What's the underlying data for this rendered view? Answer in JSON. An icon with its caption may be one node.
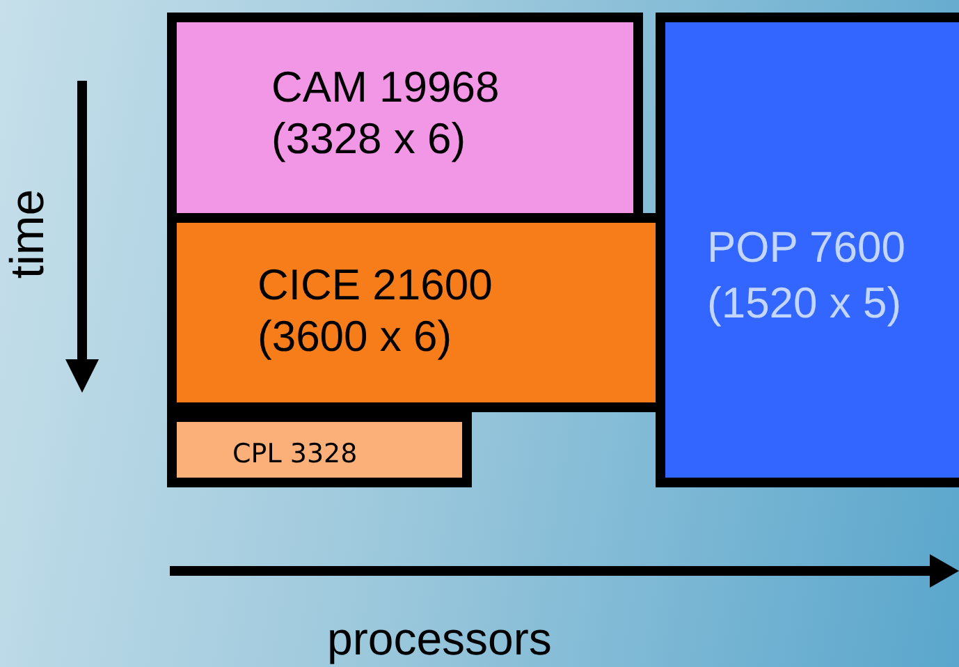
{
  "diagram": {
    "nodes": [
      {
        "text": [
          "CAM 19968",
          "(3328 x 6)"
        ]
      },
      {
        "text": [
          "CICE 21600",
          "(3600 x 6)"
        ]
      },
      {
        "text": [
          "CPL 3328"
        ]
      },
      {
        "text": [
          "POP 7600",
          "(1520 x 5)"
        ]
      }
    ],
    "labels": [
      "time",
      "processors"
    ]
  }
}
